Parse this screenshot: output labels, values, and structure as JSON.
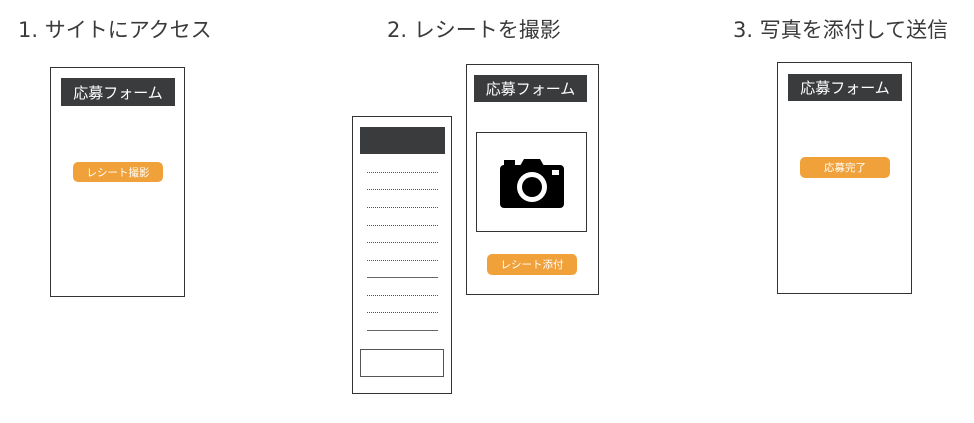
{
  "steps": {
    "step1": {
      "title": "1. サイトにアクセス",
      "form_title": "応募フォーム",
      "button": "レシート撮影"
    },
    "step2": {
      "title": "2. レシートを撮影",
      "form_title": "応募フォーム",
      "button": "レシート添付"
    },
    "step3": {
      "title": "3. 写真を添付して送信",
      "form_title": "応募フォーム",
      "button": "応募完了"
    }
  },
  "icons": {
    "camera": "camera-icon"
  },
  "colors": {
    "header": "#3a3b3d",
    "button": "#f0a13a",
    "border": "#333333"
  }
}
